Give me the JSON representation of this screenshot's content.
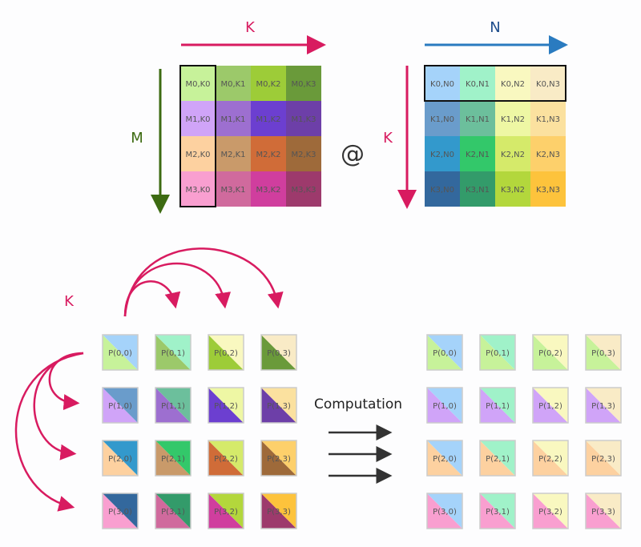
{
  "matrix_a": {
    "row_axis_label": "M",
    "col_axis_label": "K",
    "cells": [
      [
        "M0,K0",
        "M0,K1",
        "M0,K2",
        "M0,K3"
      ],
      [
        "M1,K0",
        "M1,K1",
        "M1,K2",
        "M1,K3"
      ],
      [
        "M2,K0",
        "M2,K1",
        "M2,K2",
        "M2,K3"
      ],
      [
        "M3,K0",
        "M3,K1",
        "M3,K2",
        "M3,K3"
      ]
    ],
    "colors": [
      [
        "#c7f29a",
        "#9cc96a",
        "#9dcc38",
        "#6a9a3a"
      ],
      [
        "#d0a4f8",
        "#9d6fd0",
        "#6c3fd0",
        "#6d3fa8"
      ],
      [
        "#fdd1a0",
        "#c99a6a",
        "#d06c38",
        "#9e6a3a"
      ],
      [
        "#f99fd0",
        "#d06a9d",
        "#d03e9e",
        "#9d3a6c"
      ]
    ]
  },
  "operator": "@",
  "matrix_b": {
    "row_axis_label": "K",
    "col_axis_label": "N",
    "cells": [
      [
        "K0,N0",
        "K0,N1",
        "K0,N2",
        "K0,N3"
      ],
      [
        "K1,N0",
        "K1,N1",
        "K1,N2",
        "K1,N3"
      ],
      [
        "K2,N0",
        "K2,N1",
        "K2,N2",
        "K2,N3"
      ],
      [
        "K3,N0",
        "K3,N1",
        "K3,N2",
        "K3,N3"
      ]
    ],
    "colors": [
      [
        "#a5d3fa",
        "#a0f2c9",
        "#f9f8c0",
        "#f9ebc6"
      ],
      [
        "#6a9ccb",
        "#6cbf9c",
        "#eef7a4",
        "#fbe19f"
      ],
      [
        "#3399cc",
        "#33c86a",
        "#d5ea6a",
        "#fdd06b"
      ],
      [
        "#33689d",
        "#339b6a",
        "#b3d73c",
        "#fdc33c"
      ]
    ]
  },
  "partials": {
    "k_label": "K",
    "cells": [
      [
        "P(0,0)",
        "P(0,1)",
        "P(0,2)",
        "P(0,3)"
      ],
      [
        "P(1,0)",
        "P(1,1)",
        "P(1,2)",
        "P(1,3)"
      ],
      [
        "P(2,0)",
        "P(2,1)",
        "P(2,2)",
        "P(2,3)"
      ],
      [
        "P(3,0)",
        "P(3,1)",
        "P(3,2)",
        "P(3,3)"
      ]
    ]
  },
  "computation_label": "Computation",
  "colors": {
    "k_arrow": "#d81b60",
    "m_arrow": "#3d6b12",
    "n_arrow": "#2a7bc0",
    "text_m": "#3d6b12",
    "text_n": "#1f4e8c",
    "text_k": "#d81b60",
    "ink": "#333333"
  }
}
